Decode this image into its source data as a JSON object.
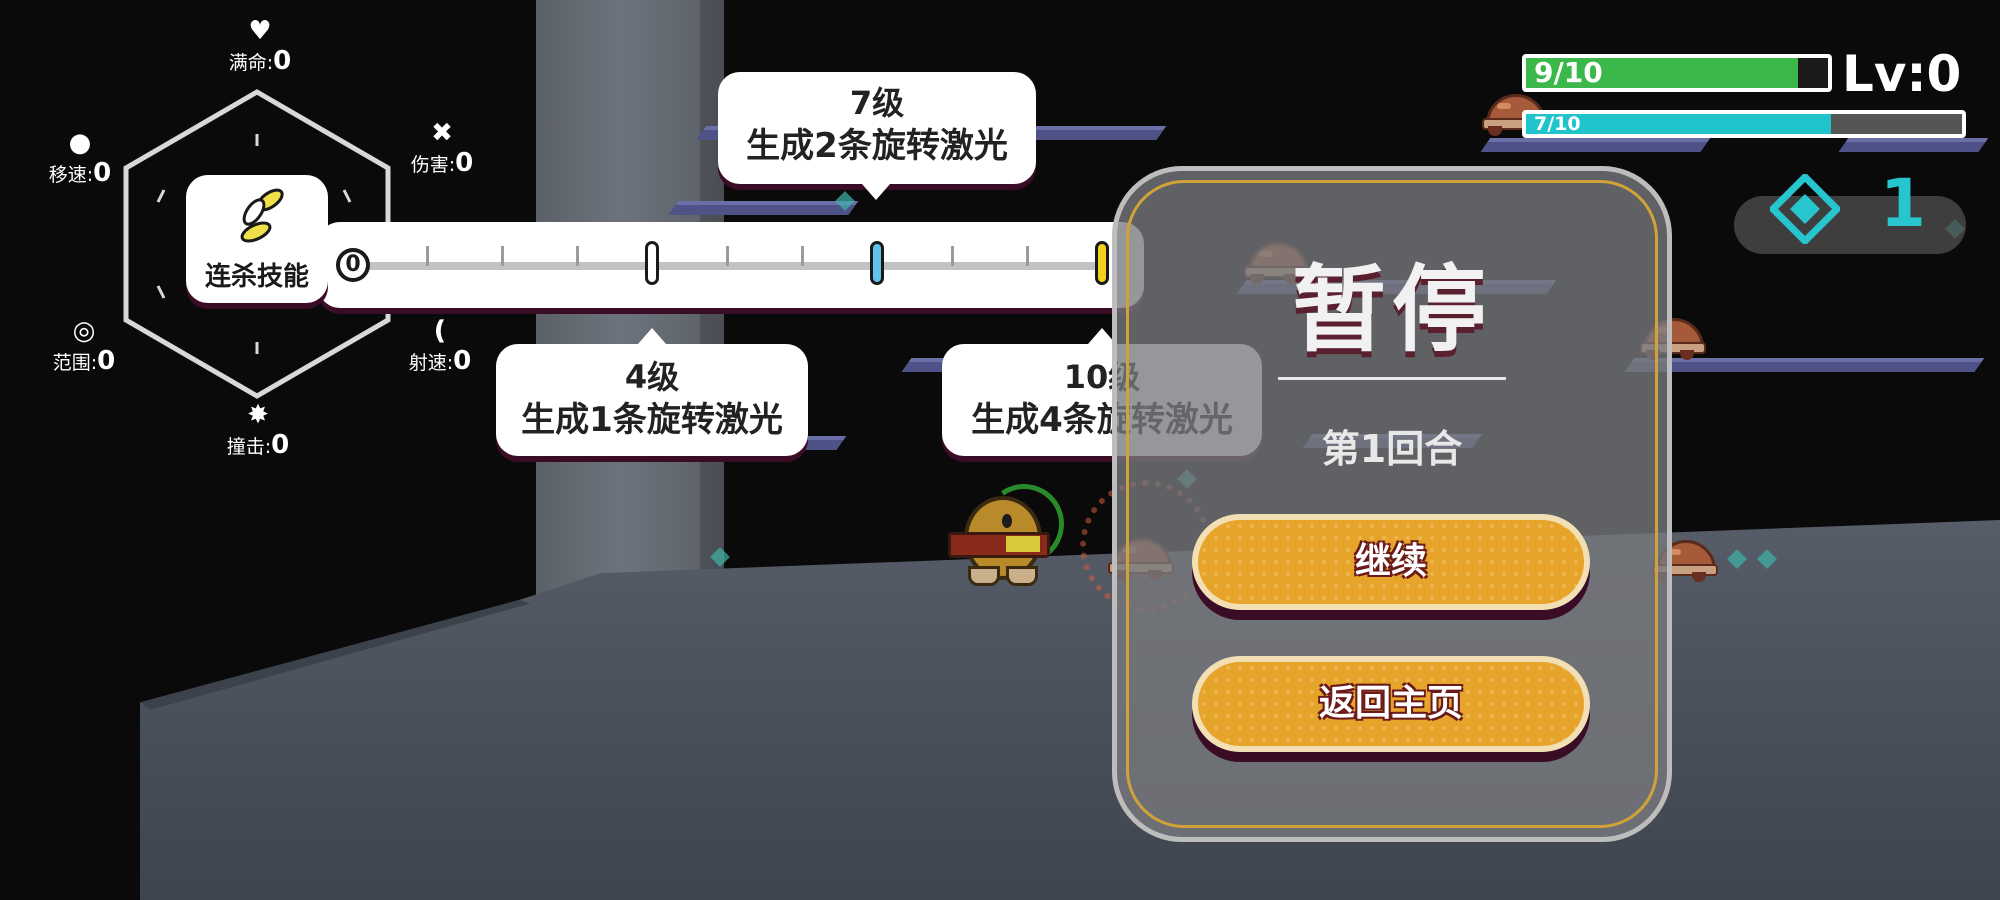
{
  "stats": {
    "hp_label": "满命:",
    "hp_value": "0",
    "damage_label": "伤害:",
    "damage_value": "0",
    "fire_rate_label": "射速:",
    "fire_rate_value": "0",
    "knockback_label": "撞击:",
    "knockback_value": "0",
    "range_label": "范围:",
    "range_value": "0",
    "move_speed_label": "移速:",
    "move_speed_value": "0"
  },
  "combo_skill": {
    "name": "连杀技能",
    "start_value": "0",
    "tips": [
      {
        "line1": "4级",
        "line2": "生成1条旋转激光"
      },
      {
        "line1": "7级",
        "line2": "生成2条旋转激光"
      },
      {
        "line1": "10级",
        "line2": "生成4条旋转激光"
      }
    ],
    "marker_colors": [
      "#ffffff",
      "#5ec4ee",
      "#f3d21e"
    ]
  },
  "hud": {
    "hp_text": "9/10",
    "hp_fraction": 0.9,
    "xp_text": "7/10",
    "xp_fraction": 0.7,
    "level_text": "Lv:0",
    "gem_count": "1",
    "hp_color": "#3cb84a",
    "xp_color": "#22c4cc",
    "gem_color": "#27c6cf"
  },
  "pause_menu": {
    "title": "暂停",
    "round_text": "第1回合",
    "continue_label": "继续",
    "home_label": "返回主页",
    "button_color": "#e6a52a"
  }
}
